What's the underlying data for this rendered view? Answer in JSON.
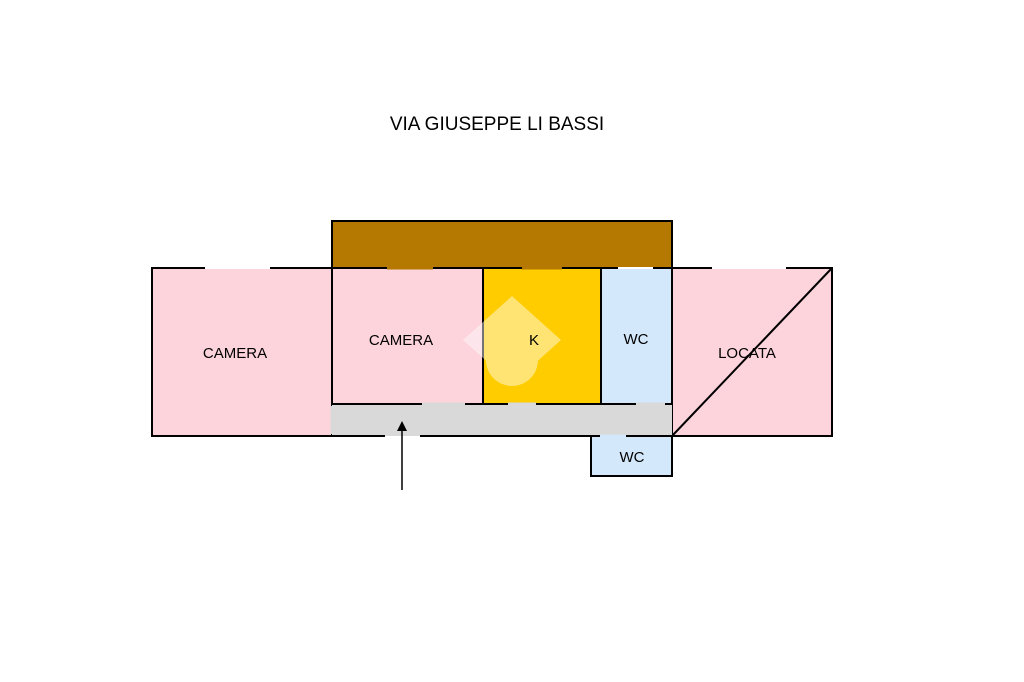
{
  "street_label": "VIA GIUSEPPE LI BASSI",
  "rooms": {
    "camera_left": {
      "label": "CAMERA",
      "color": "#fdd3dc"
    },
    "camera_mid": {
      "label": "CAMERA",
      "color": "#fdd3dc"
    },
    "kitchen": {
      "label": "K",
      "color": "#ffcc00"
    },
    "wc_upper": {
      "label": "WC",
      "color": "#d4e8fb"
    },
    "locata": {
      "label": "LOCATA",
      "color": "#fdd3dc"
    },
    "wc_lower": {
      "label": "WC",
      "color": "#d4e8fb"
    },
    "balcony": {
      "color": "#b57800"
    },
    "corridor": {
      "color": "#d9d9d9"
    }
  },
  "wall_color": "#000000"
}
